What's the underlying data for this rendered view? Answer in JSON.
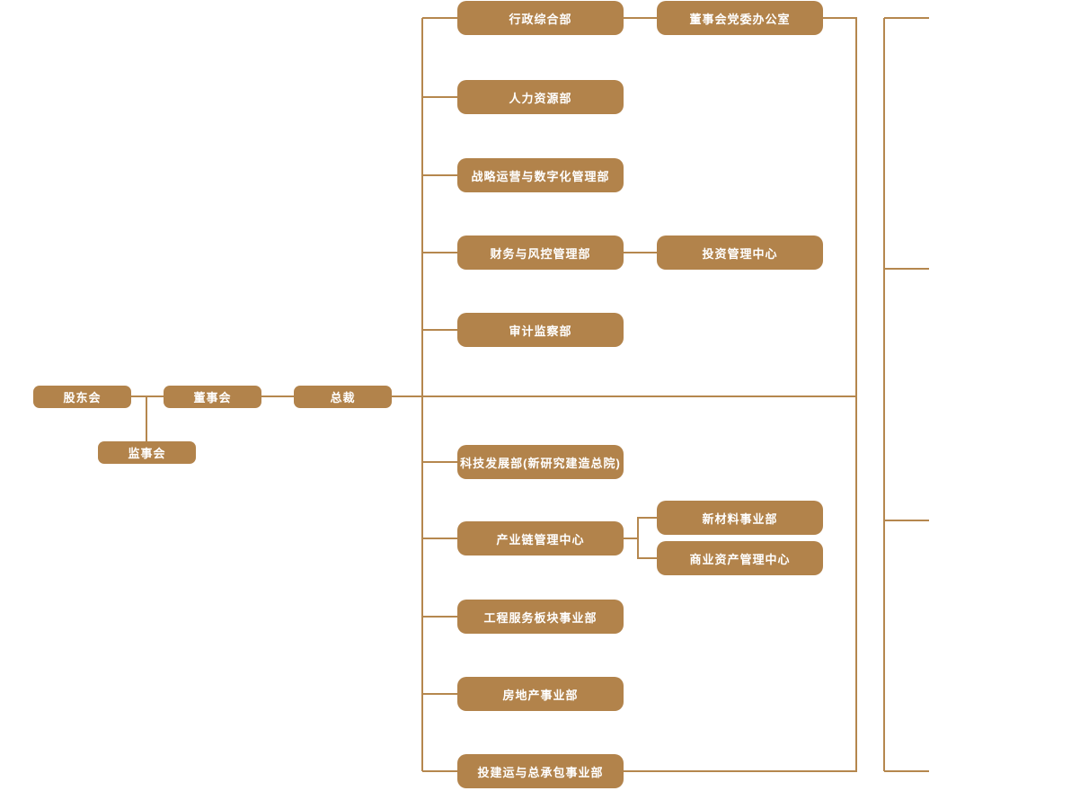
{
  "palette": {
    "node_fill": "#b2834b",
    "node_text": "#ffffff",
    "connector_line": "#b5874e",
    "background": "#ffffff"
  },
  "governance": {
    "shareholders": "股东会",
    "supervisory_board": "监事会",
    "board_of_directors": "董事会",
    "president": "总裁"
  },
  "departments": {
    "admin": "行政综合部",
    "party_office": "董事会党委办公室",
    "hr": "人力资源部",
    "strategy_digital": "战略运营与数字化管理部",
    "finance_risk": "财务与风控管理部",
    "investment_center": "投资管理中心",
    "audit": "审计监察部",
    "tech_development": "科技发展部(新研究建造总院)",
    "industry_chain": "产业链管理中心",
    "new_materials": "新材料事业部",
    "commercial_assets": "商业资产管理中心",
    "engineering_services": "工程服务板块事业部",
    "real_estate": "房地产事业部",
    "epc": "投建运与总承包事业部"
  },
  "hierarchy_note": {
    "root": "股东会",
    "children_of_president": [
      "行政综合部",
      "人力资源部",
      "战略运营与数字化管理部",
      "财务与风控管理部",
      "审计监察部",
      "科技发展部(新研究建造总院)",
      "产业链管理中心",
      "工程服务板块事业部",
      "房地产事业部",
      "投建运与总承包事业部"
    ],
    "child_of_admin": "董事会党委办公室",
    "child_of_finance": "投资管理中心",
    "children_of_industry_chain": [
      "新材料事业部",
      "商业资产管理中心"
    ]
  }
}
